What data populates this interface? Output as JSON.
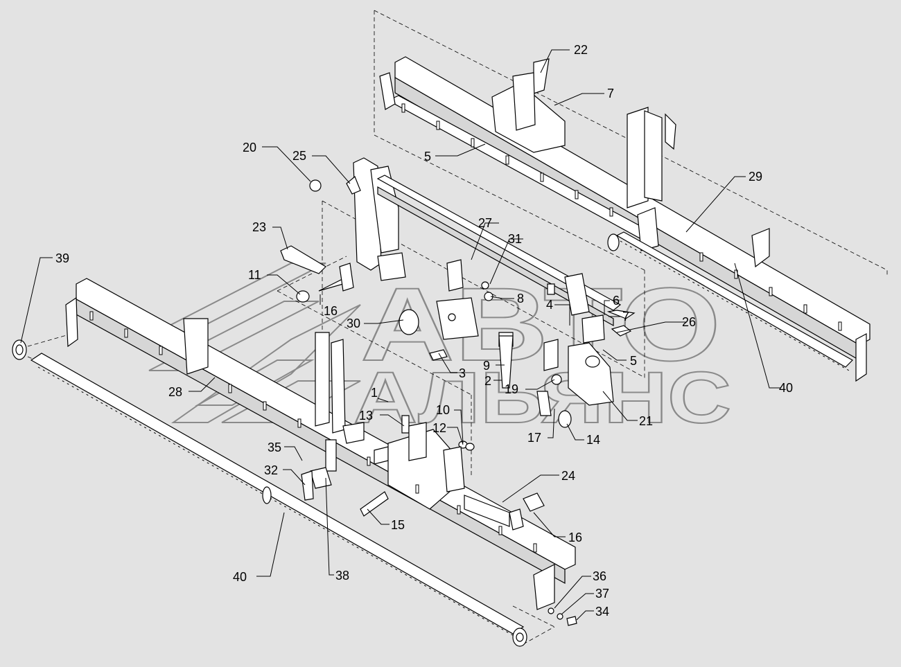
{
  "watermark": {
    "line1": "АВТО",
    "line2": "АЛЬЯНС"
  },
  "callouts": [
    {
      "id": "c22",
      "label": "22"
    },
    {
      "id": "c7a",
      "label": "7"
    },
    {
      "id": "c5a",
      "label": "5"
    },
    {
      "id": "c20",
      "label": "20"
    },
    {
      "id": "c25",
      "label": "25"
    },
    {
      "id": "c29",
      "label": "29"
    },
    {
      "id": "c27",
      "label": "27"
    },
    {
      "id": "c31",
      "label": "31"
    },
    {
      "id": "c23",
      "label": "23"
    },
    {
      "id": "c39",
      "label": "39"
    },
    {
      "id": "c11",
      "label": "11"
    },
    {
      "id": "c16a",
      "label": "16"
    },
    {
      "id": "c8",
      "label": "8"
    },
    {
      "id": "c4",
      "label": "4"
    },
    {
      "id": "c6",
      "label": "6"
    },
    {
      "id": "c7b",
      "label": "7"
    },
    {
      "id": "c26",
      "label": "26"
    },
    {
      "id": "c30",
      "label": "30"
    },
    {
      "id": "c3",
      "label": "3"
    },
    {
      "id": "c9",
      "label": "9"
    },
    {
      "id": "c2",
      "label": "2"
    },
    {
      "id": "c5b",
      "label": "5"
    },
    {
      "id": "c19",
      "label": "19"
    },
    {
      "id": "c40a",
      "label": "40"
    },
    {
      "id": "c28",
      "label": "28"
    },
    {
      "id": "c1",
      "label": "1"
    },
    {
      "id": "c10",
      "label": "10"
    },
    {
      "id": "c21",
      "label": "21"
    },
    {
      "id": "c13",
      "label": "13"
    },
    {
      "id": "c12",
      "label": "12"
    },
    {
      "id": "c17",
      "label": "17"
    },
    {
      "id": "c14",
      "label": "14"
    },
    {
      "id": "c35",
      "label": "35"
    },
    {
      "id": "c32",
      "label": "32"
    },
    {
      "id": "c24",
      "label": "24"
    },
    {
      "id": "c15",
      "label": "15"
    },
    {
      "id": "c16b",
      "label": "16"
    },
    {
      "id": "c40b",
      "label": "40"
    },
    {
      "id": "c38",
      "label": "38"
    },
    {
      "id": "c36",
      "label": "36"
    },
    {
      "id": "c37",
      "label": "37"
    },
    {
      "id": "c34",
      "label": "34"
    }
  ]
}
